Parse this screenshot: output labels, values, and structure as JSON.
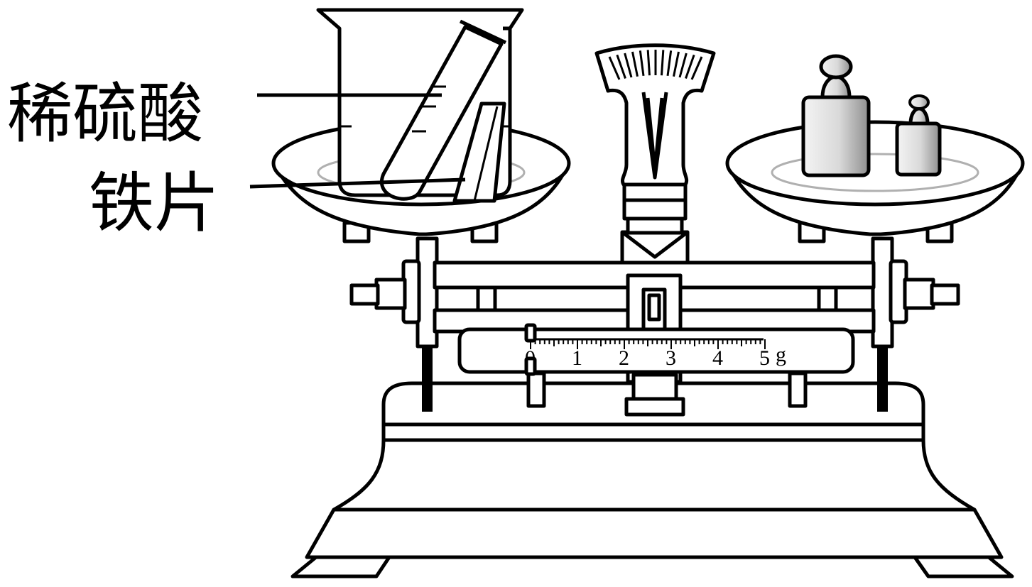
{
  "labels": {
    "acid": "稀硫酸",
    "iron": "铁片"
  },
  "scale": {
    "ticks": [
      "0",
      "1",
      "2",
      "3",
      "4",
      "5"
    ],
    "unit": "g",
    "rider_position": 0
  },
  "colors": {
    "stroke": "#000000",
    "weight_gradient_light": "#f2f2f2",
    "weight_gradient_dark": "#9a9a9a",
    "pan_inner_ring": "#b0b0b0"
  }
}
